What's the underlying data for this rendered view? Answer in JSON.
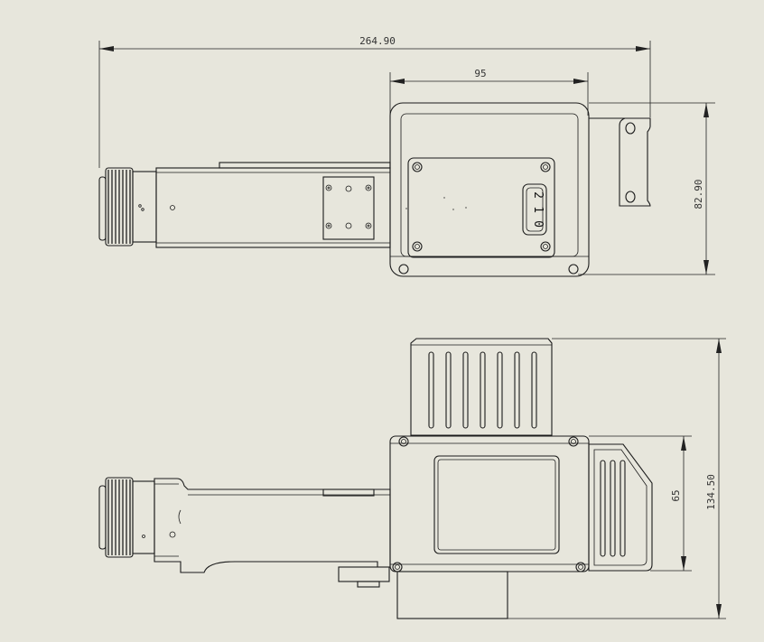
{
  "dimensions": {
    "overall_length": "264.90",
    "body_width": "95",
    "side_height": "82.90",
    "inner_height": "65",
    "overall_height": "134.50"
  },
  "nameplate": {
    "digits": [
      "2",
      "1",
      "0"
    ]
  },
  "colors": {
    "background": "#e7e6dc",
    "line": "#1b1b1b"
  }
}
